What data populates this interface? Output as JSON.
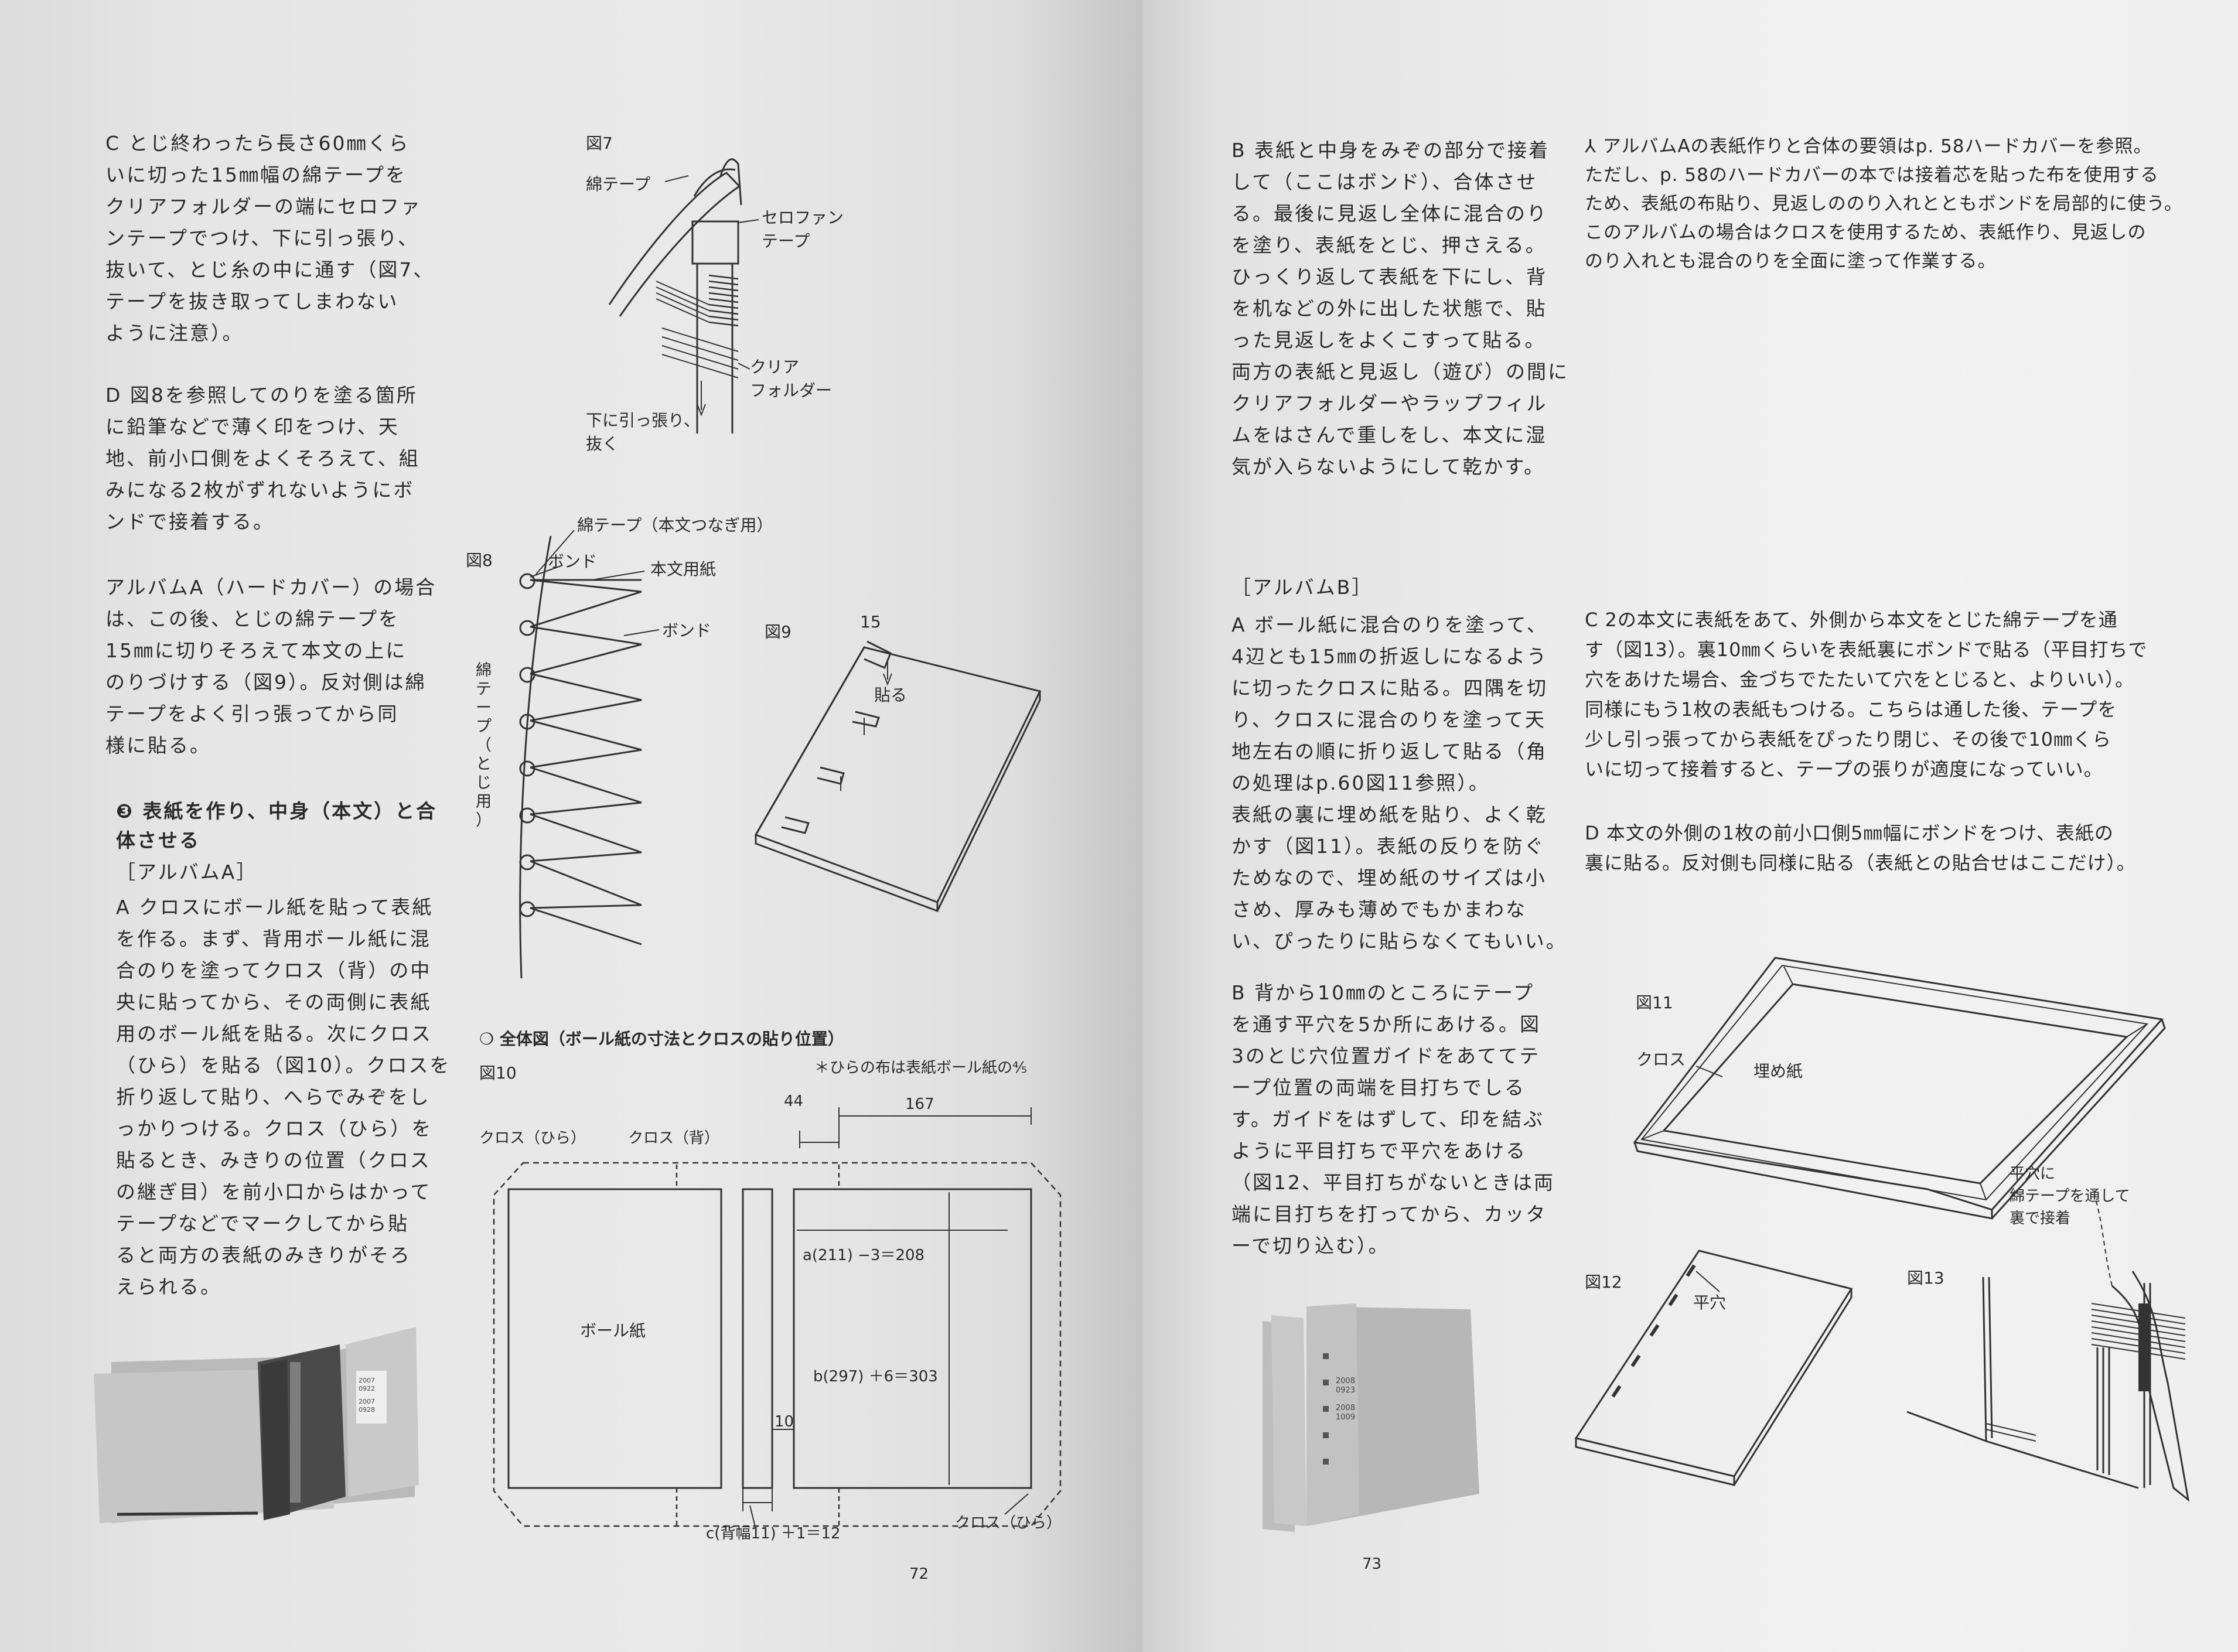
{
  "left_page": {
    "column1": {
      "para_c": [
        "C とじ終わったら長さ60㎜くら",
        "いに切った15㎜幅の綿テープを",
        "クリアフォルダーの端にセロファ",
        "ンテープでつけ、下に引っ張り、",
        "抜いて、とじ糸の中に通す（図7、",
        "テープを抜き取ってしまわない",
        "ように注意）。"
      ],
      "para_d": [
        "D 図8を参照してのりを塗る箇所",
        "に鉛筆などで薄く印をつけ、天",
        "地、前小口側をよくそろえて、組",
        "みになる2枚がずれないようにボ",
        "ンドで接着する。"
      ],
      "para_album_a": [
        "アルバムA（ハードカバー）の場合",
        "は、この後、とじの綿テープを",
        "15㎜に切りそろえて本文の上に",
        "のりづけする（図9）。反対側は綿",
        "テープをよく引っ張ってから同",
        "様に貼る。"
      ],
      "heading": [
        "❸ 表紙を作り、中身（本文）と合",
        "体させる"
      ],
      "subheading": "［アルバムA］",
      "para_a": [
        "A クロスにボール紙を貼って表紙",
        "を作る。まず、背用ボール紙に混",
        "合のりを塗ってクロス（背）の中",
        "央に貼ってから、その両側に表紙",
        "用のボール紙を貼る。次にクロス",
        "（ひら）を貼る（図10）。クロスを",
        "折り返して貼り、へらでみぞをし",
        "っかりつける。クロス（ひら）を",
        "貼るとき、みきりの位置（クロス",
        "の継ぎ目）を前小口からはかって",
        "テープなどでマークしてから貼",
        "ると両方の表紙のみきりがそろ",
        "えられる。"
      ]
    },
    "fig7": {
      "title": "図7",
      "label_tape": "綿テープ",
      "label_cello": [
        "セロファン",
        "テープ"
      ],
      "label_folder": [
        "クリア",
        "フォルダー"
      ],
      "label_pull": [
        "下に引っ張り、",
        "抜く"
      ]
    },
    "fig8": {
      "title": "図8",
      "label_tape_top": "綿テープ（本文つなぎ用）",
      "label_bond1": "ボンド",
      "label_paper": "本文用紙",
      "label_bond2": "ボンド",
      "label_tape_side": [
        "綿",
        "テ",
        "ー",
        "プ",
        "（",
        "と",
        "じ",
        "用",
        "）"
      ]
    },
    "fig9": {
      "title": "図9",
      "label_15": "15",
      "label_paste": "貼る"
    },
    "fig10": {
      "heading": "❍ 全体図（ボール紙の寸法とクロスの貼り位置）",
      "title": "図10",
      "note": "＊ひらの布は表紙ボール紙の⅘",
      "dim_44": "44",
      "dim_167": "167",
      "label_cloth_hira_left": "クロス（ひら）",
      "label_cloth_se": "クロス（背）",
      "label_board": "ボール紙",
      "label_a": "a(211) −3＝208",
      "label_b": "b(297) ＋6＝303",
      "dim_10": "10",
      "label_c": "c(背幅11) ＋1＝12",
      "label_cloth_hira_right": "クロス（ひら）"
    },
    "photo_labels": [
      "2007",
      "0922",
      "2007",
      "0928"
    ],
    "page_number": "72"
  },
  "right_page": {
    "para_b": [
      "B 表紙と中身をみぞの部分で接着",
      "して（ここはボンド）、合体させ",
      "る。最後に見返し全体に混合のり",
      "を塗り、表紙をとじ、押さえる。",
      "ひっくり返して表紙を下にし、背",
      "を机などの外に出した状態で、貼",
      "った見返しをよくこすって貼る。",
      "両方の表紙と見返し（遊び）の間に",
      "クリアフォルダーやラップフィル",
      "ムをはさんで重しをし、本文に湿",
      "気が入らないようにして乾かす。"
    ],
    "note": [
      "⅄ アルバムAの表紙作りと合体の要領はp. 58ハードカバーを参照。",
      "ただし、p. 58のハードカバーの本では接着芯を貼った布を使用する",
      "ため、表紙の布貼り、見返しののり入れとともボンドを局部的に使う。",
      "このアルバムの場合はクロスを使用するため、表紙作り、見返しの",
      "のり入れとも混合のりを全面に塗って作業する。"
    ],
    "subheading": "［アルバムB］",
    "para_a": [
      "A ボール紙に混合のりを塗って、",
      "4辺とも15㎜の折返しになるよう",
      "に切ったクロスに貼る。四隅を切",
      "り、クロスに混合のりを塗って天",
      "地左右の順に折り返して貼る（角",
      "の処理はp.60図11参照）。",
      "表紙の裏に埋め紙を貼り、よく乾",
      "かす（図11）。表紙の反りを防ぐ",
      "ためなので、埋め紙のサイズは小",
      "さめ、厚みも薄めでもかまわな",
      "い、ぴったりに貼らなくてもいい。"
    ],
    "para_b2": [
      "B 背から10㎜のところにテープ",
      "を通す平穴を5か所にあける。図",
      "3のとじ穴位置ガイドをあててテ",
      "ープ位置の両端を目打ちでしる",
      "す。ガイドをはずして、印を結ぶ",
      "ように平目打ちで平穴をあける",
      "（図12、平目打ちがないときは両",
      "端に目打ちを打ってから、カッタ",
      "ーで切り込む）。"
    ],
    "para_c": [
      "C 2の本文に表紙をあて、外側から本文をとじた綿テープを通",
      "す（図13）。裏10㎜くらいを表紙裏にボンドで貼る（平目打ちで",
      "穴をあけた場合、金づちでたたいて穴をとじると、よりいい）。",
      "同様にもう1枚の表紙もつける。こちらは通した後、テープを",
      "少し引っ張ってから表紙をぴったり閉じ、その後で10㎜くら",
      "いに切って接着すると、テープの張りが適度になっていい。"
    ],
    "para_d": [
      "D 本文の外側の1枚の前小口側5㎜幅にボンドをつけ、表紙の",
      "裏に貼る。反対側も同様に貼る（表紙との貼合せはここだけ）。"
    ],
    "fig11": {
      "title": "図11",
      "label_cloth": "クロス",
      "label_umegami": "埋め紙"
    },
    "fig12": {
      "title": "図12",
      "label_hole": "平穴"
    },
    "fig13": {
      "title": "図13",
      "label": [
        "平穴に",
        "綿テープを通して",
        "裏で接着"
      ]
    },
    "photo_labels": [
      "2008",
      "0923",
      "2008",
      "1009"
    ],
    "page_number": "73"
  }
}
